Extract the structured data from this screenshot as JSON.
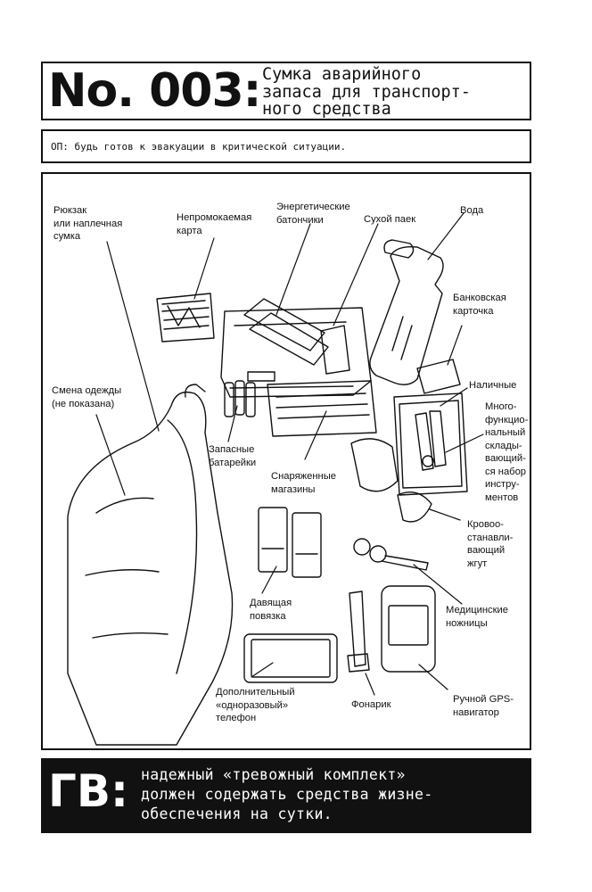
{
  "header": {
    "number": "No. 003:",
    "title_lines": [
      "Сумка аварийного",
      "запаса для транспорт-",
      "ного средства"
    ]
  },
  "purpose": "ОП: будь готов к эвакуации в критической ситуации.",
  "labels": {
    "backpack": [
      "Рюкзак",
      "или наплечная",
      "сумка"
    ],
    "map": [
      "Непромокаемая",
      "карта"
    ],
    "energy_bars": [
      "Энергетические",
      "батончики"
    ],
    "ration": [
      "Сухой паек"
    ],
    "water": [
      "Вода"
    ],
    "bank_card": [
      "Банковская",
      "карточка"
    ],
    "cash": [
      "Наличные"
    ],
    "multitool": [
      "Много-",
      "функцио-",
      "нальный",
      "склады-",
      "вающий-",
      "ся набор",
      "инстру-",
      "ментов"
    ],
    "clothes": [
      "Смена одежды",
      "(не показана)"
    ],
    "batteries": [
      "Запасные",
      "батарейки"
    ],
    "magazines": [
      "Снаряженные",
      "магазины"
    ],
    "tourniquet": [
      "Кровоо-",
      "станавли-",
      "вающий",
      "жгут"
    ],
    "bandage": [
      "Давящая",
      "повязка"
    ],
    "scissors": [
      "Медицинские",
      "ножницы"
    ],
    "phone": [
      "Дополнительный",
      "«одноразовый»",
      "телефон"
    ],
    "flashlight": [
      "Фонарик"
    ],
    "gps": [
      "Ручной GPS-",
      "навигатор"
    ]
  },
  "footer": {
    "tag": "ГВ:",
    "message_lines": [
      "надежный «тревожный комплект»",
      "должен содержать средства жизне-",
      "обеспечения на сутки."
    ]
  }
}
